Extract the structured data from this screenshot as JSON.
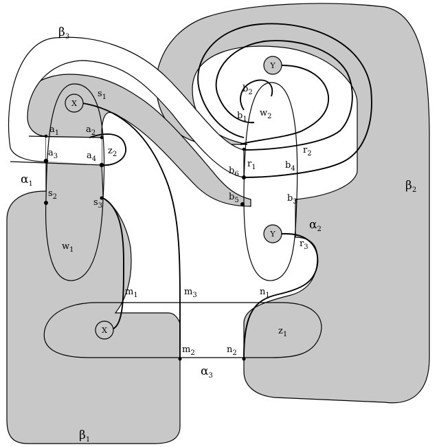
{
  "colors": {
    "shade": "#c8c8c8",
    "line": "#000000",
    "background": "#ffffff"
  },
  "curve_labels": {
    "beta3": {
      "base": "β",
      "sub": "3"
    },
    "beta2": {
      "base": "β",
      "sub": "2"
    },
    "beta1": {
      "base": "β",
      "sub": "1"
    },
    "alpha1": {
      "base": "α",
      "sub": "1"
    },
    "alpha2": {
      "base": "α",
      "sub": "2"
    },
    "alpha3": {
      "base": "α",
      "sub": "3"
    }
  },
  "basepoints": {
    "x_top": "X",
    "x_bottom": "X",
    "y_top": "Y",
    "y_bottom": "Y"
  },
  "region_labels": {
    "w1": {
      "base": "w",
      "sub": "1"
    },
    "w2": {
      "base": "w",
      "sub": "2"
    },
    "z1": {
      "base": "z",
      "sub": "1"
    },
    "z2": {
      "base": "z",
      "sub": "2"
    }
  },
  "intersection_labels": {
    "a1": {
      "base": "a",
      "sub": "1"
    },
    "a2": {
      "base": "a",
      "sub": "2"
    },
    "a3": {
      "base": "a",
      "sub": "3"
    },
    "a4": {
      "base": "a",
      "sub": "4"
    },
    "s1": {
      "base": "s",
      "sub": "1"
    },
    "s2": {
      "base": "s",
      "sub": "2"
    },
    "s3": {
      "base": "s",
      "sub": "3"
    },
    "b1": {
      "base": "b",
      "sub": "1"
    },
    "b2": {
      "base": "b",
      "sub": "2"
    },
    "b3": {
      "base": "b",
      "sub": "3"
    },
    "b4": {
      "base": "b",
      "sub": "4"
    },
    "b5": {
      "base": "b",
      "sub": "5"
    },
    "b6": {
      "base": "b",
      "sub": "6"
    },
    "r1": {
      "base": "r",
      "sub": "1"
    },
    "r2": {
      "base": "r",
      "sub": "2"
    },
    "r3": {
      "base": "r",
      "sub": "3"
    },
    "m1": {
      "base": "m",
      "sub": "1"
    },
    "m2": {
      "base": "m",
      "sub": "2"
    },
    "m3": {
      "base": "m",
      "sub": "3"
    },
    "n1": {
      "base": "n",
      "sub": "1"
    },
    "n2": {
      "base": "n",
      "sub": "2"
    }
  }
}
